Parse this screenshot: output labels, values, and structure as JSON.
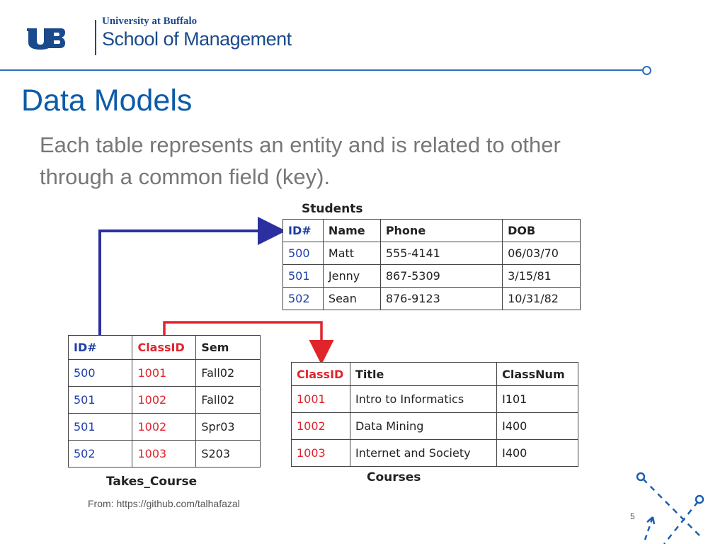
{
  "header": {
    "logo_top": "University at Buffalo",
    "logo_bottom": "School of Management"
  },
  "slide": {
    "title": "Data Models",
    "body": "Each table represents an entity and is related to other through a common field (key).",
    "source": "From: https://github.com/talhafazal",
    "page_number": "5"
  },
  "students": {
    "caption": "Students",
    "headers": [
      "ID#",
      "Name",
      "Phone",
      "DOB"
    ],
    "rows": [
      [
        "500",
        "Matt",
        "555-4141",
        "06/03/70"
      ],
      [
        "501",
        "Jenny",
        "867-5309",
        "3/15/81"
      ],
      [
        "502",
        "Sean",
        "876-9123",
        "10/31/82"
      ]
    ]
  },
  "takes_course": {
    "caption": "Takes_Course",
    "headers": [
      "ID#",
      "ClassID",
      "Sem"
    ],
    "rows": [
      [
        "500",
        "1001",
        "Fall02"
      ],
      [
        "501",
        "1002",
        "Fall02"
      ],
      [
        "501",
        "1002",
        "Spr03"
      ],
      [
        "502",
        "1003",
        "S203"
      ]
    ]
  },
  "courses": {
    "caption": "Courses",
    "headers": [
      "ClassID",
      "Title",
      "ClassNum"
    ],
    "rows": [
      [
        "1001",
        "Intro to Informatics",
        "I101"
      ],
      [
        "1002",
        "Data Mining",
        "I400"
      ],
      [
        "1003",
        "Internet and Society",
        "I400"
      ]
    ]
  },
  "colors": {
    "brand_blue": "#1a4a8c",
    "title_blue": "#0d5ba8",
    "link_blue": "#1f3ea8",
    "link_red": "#e0242c"
  }
}
